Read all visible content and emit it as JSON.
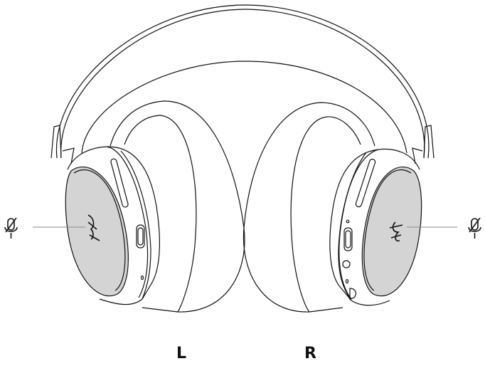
{
  "diagram": {
    "subject": "over-ear headphones, front view",
    "labels": {
      "left": "L",
      "right": "R"
    },
    "callouts": [
      {
        "side": "left",
        "icon": "microphone-muted-icon",
        "target": "left-earcup-outer-panel"
      },
      {
        "side": "right",
        "icon": "microphone-muted-icon",
        "target": "right-earcup-outer-panel"
      }
    ],
    "colors": {
      "line": "#111111",
      "panel_fill": "#d4d4d4",
      "callout_line": "#8a8a8a",
      "background": "#ffffff"
    }
  }
}
